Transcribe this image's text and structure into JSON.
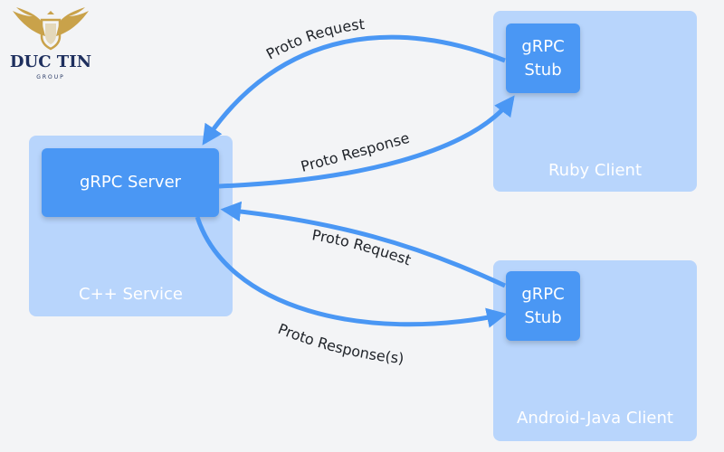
{
  "logo": {
    "name": "DUC TIN",
    "subtitle": "GROUP",
    "gold": "#c9a24a",
    "navy": "#1e2f5e"
  },
  "nodes": {
    "cpp_service": {
      "caption": "C++ Service",
      "inner": "gRPC Server"
    },
    "ruby_client": {
      "caption": "Ruby Client",
      "inner_line1": "gRPC",
      "inner_line2": "Stub"
    },
    "android_client": {
      "caption": "Android-Java Client",
      "inner_line1": "gRPC",
      "inner_line2": "Stub"
    }
  },
  "edges": {
    "ruby_request": "Proto Request",
    "ruby_response": "Proto Response",
    "android_request": "Proto Request",
    "android_response": "Proto Response(s)"
  },
  "colors": {
    "outer_box": "#b8d5fc",
    "inner_box": "#4a97f4",
    "arrow": "#4a97f4",
    "background": "#f3f4f6"
  }
}
